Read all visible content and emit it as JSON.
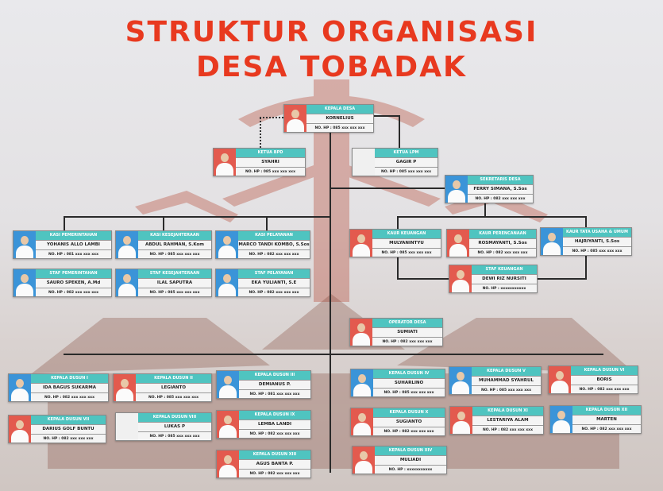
{
  "title": {
    "line1": "STRUKTUR ORGANISASI",
    "line2": "DESA TOBADAK"
  },
  "colors": {
    "title": "#e8391f",
    "role_band": "#4fc4c0",
    "photo_red": "#e35a4e",
    "photo_blue": "#3b94d8"
  },
  "cards": [
    {
      "id": "kepala-desa",
      "role": "KEPALA DESA",
      "name": "KORNELIUS",
      "phone": "NO. HP : 085 xxx xxx xxx",
      "photo": "red"
    },
    {
      "id": "bpd",
      "role": "KETUA BPD",
      "name": "SYAHRI",
      "phone": "NO. HP : 085 xxx xxx xxx",
      "photo": "red"
    },
    {
      "id": "lpm",
      "role": "KETUA LPM",
      "name": "GAGIR P",
      "phone": "NO. HP : 085 xxx xxx xxx",
      "photo": "blank"
    },
    {
      "id": "sekdes",
      "role": "SEKRETARIS DESA",
      "name": "FERRY SIMANA, S.Sos",
      "phone": "NO. HP : 082 xxx xxx xxx",
      "photo": "blue"
    },
    {
      "id": "kasi-pemerintahan",
      "role": "KASI PEMERINTAHAN",
      "name": "YOHANIS ALLO LAMBI",
      "phone": "NO. HP : 081 xxx xxx xxx",
      "photo": "blue"
    },
    {
      "id": "kasi-kesejahteraan",
      "role": "KASI KESEJAHTERAAN",
      "name": "ABDUL RAHMAN, S.Kom",
      "phone": "NO. HP : 085 xxx xxx xxx",
      "photo": "blue"
    },
    {
      "id": "kasi-pelayanan",
      "role": "KASI PELAYANAN",
      "name": "MARCO TANDI KOMBO, S.Sos",
      "phone": "NO. HP : 082 xxx xxx xxx",
      "photo": "blue"
    },
    {
      "id": "staf-1",
      "role": "STAF PEMERINTAHAN",
      "name": "SAURO SPEKEN, A.Md",
      "phone": "NO. HP : 082 xxx xxx xxx",
      "photo": "blue"
    },
    {
      "id": "staf-2",
      "role": "STAF KESEJAHTERAAN",
      "name": "ILAL SAPUTRA",
      "phone": "NO. HP : 085 xxx xxx xxx",
      "photo": "blue"
    },
    {
      "id": "staf-3",
      "role": "STAF PELAYANAN",
      "name": "EKA YULIANTI, S.E",
      "phone": "NO. HP : 082 xxx xxx xxx",
      "photo": "blue"
    },
    {
      "id": "kaur-keuangan",
      "role": "KAUR KEUANGAN",
      "name": "MULYANINTYU",
      "phone": "NO. HP : 085 xxx xxx xxx",
      "photo": "red"
    },
    {
      "id": "kaur-perencanaan",
      "role": "KAUR PERENCANAAN",
      "name": "ROSMAYANTI, S.Sos",
      "phone": "NO. HP : 082 xxx xxx xxx",
      "photo": "red"
    },
    {
      "id": "kaur-umum",
      "role": "KAUR TATA USAHA & UMUM",
      "name": "HAJRIYANTI, S.Sos",
      "phone": "NO. HP : 085 xxx xxx xxx",
      "photo": "blue"
    },
    {
      "id": "staf-kaur",
      "role": "STAF KEUANGAN",
      "name": "DEWI RIZ NURSITI",
      "phone": "NO. HP : xxxxxxxxxxx",
      "photo": "red"
    },
    {
      "id": "operator",
      "role": "OPERATOR DESA",
      "name": "SUMIATI",
      "phone": "NO. HP : 082 xxx xxx xxx",
      "photo": "red"
    },
    {
      "id": "kadus-1",
      "role": "KEPALA DUSUN I",
      "name": "IDA BAGUS SUKARMA",
      "phone": "NO. HP : 082 xxx xxx xxx",
      "photo": "blue"
    },
    {
      "id": "kadus-2",
      "role": "KEPALA DUSUN II",
      "name": "LEGIANTO",
      "phone": "NO. HP : 085 xxx xxx xxx",
      "photo": "red"
    },
    {
      "id": "kadus-3",
      "role": "KEPALA DUSUN III",
      "name": "DEMIANUS P.",
      "phone": "NO. HP : 081 xxx xxx xxx",
      "photo": "blue"
    },
    {
      "id": "kadus-4",
      "role": "KEPALA DUSUN IV",
      "name": "SUHARLINO",
      "phone": "NO. HP : 085 xxx xxx xxx",
      "photo": "blue"
    },
    {
      "id": "kadus-5",
      "role": "KEPALA DUSUN V",
      "name": "MUHAMMAD SYAHRUL",
      "phone": "NO. HP : 085 xxx xxx xxx",
      "photo": "blue"
    },
    {
      "id": "kadus-6",
      "role": "KEPALA DUSUN VI",
      "name": "BORIS",
      "phone": "NO. HP : 082 xxx xxx xxx",
      "photo": "red"
    },
    {
      "id": "kadus-7",
      "role": "KEPALA DUSUN VII",
      "name": "DARIUS GOLF BUNTU",
      "phone": "NO. HP : 082 xxx xxx xxx",
      "photo": "red"
    },
    {
      "id": "kadus-8",
      "role": "KEPALA DUSUN VIII",
      "name": "LUKAS P",
      "phone": "NO. HP : 085 xxx xxx xxx",
      "photo": "blank"
    },
    {
      "id": "kadus-9",
      "role": "KEPALA DUSUN IX",
      "name": "LEMBA LANDI",
      "phone": "NO. HP : 082 xxx xxx xxx",
      "photo": "red"
    },
    {
      "id": "kadus-10",
      "role": "KEPALA DUSUN X",
      "name": "SUGIANTO",
      "phone": "NO. HP : 082 xxx xxx xxx",
      "photo": "red"
    },
    {
      "id": "kadus-11",
      "role": "KEPALA DUSUN XI",
      "name": "LESTARIYA ALAM",
      "phone": "NO. HP : 082 xxx xxx xxx",
      "photo": "red"
    },
    {
      "id": "kadus-12",
      "role": "KEPALA DUSUN XII",
      "name": "MARTEN",
      "phone": "NO. HP : 082 xxx xxx xxx",
      "photo": "blue"
    },
    {
      "id": "kadus-13",
      "role": "KEPALA DUSUN XIII",
      "name": "AGUS BANTA P.",
      "phone": "NO. HP : 082 xxx xxx xxx",
      "photo": "red"
    },
    {
      "id": "kadus-14",
      "role": "KEPALA DUSUN XIV",
      "name": "MULIADI",
      "phone": "NO. HP : xxxxxxxxxxx",
      "photo": "red"
    }
  ]
}
